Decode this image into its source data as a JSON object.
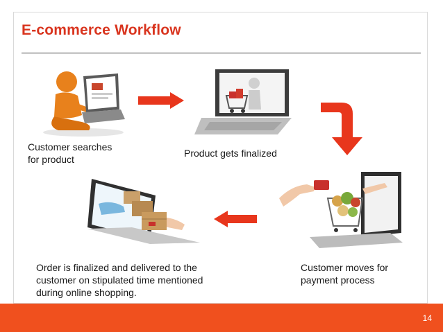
{
  "slide": {
    "title": "E-commerce Workflow",
    "page_number": "14"
  },
  "steps": [
    {
      "label_line1": "Customer searches",
      "label_line2": "for product"
    },
    {
      "label_line1": "Product gets finalized"
    },
    {
      "label_line1": "Customer moves for",
      "label_line2": "payment process"
    },
    {
      "label_line1": "Order is finalized and delivered to the",
      "label_line2": "customer on stipulated time mentioned",
      "label_line3": "during online shopping."
    }
  ],
  "colors": {
    "title": "#d9341e",
    "footer": "#f0501e",
    "arrow": "#e8361c",
    "figure": "#e8811c"
  }
}
